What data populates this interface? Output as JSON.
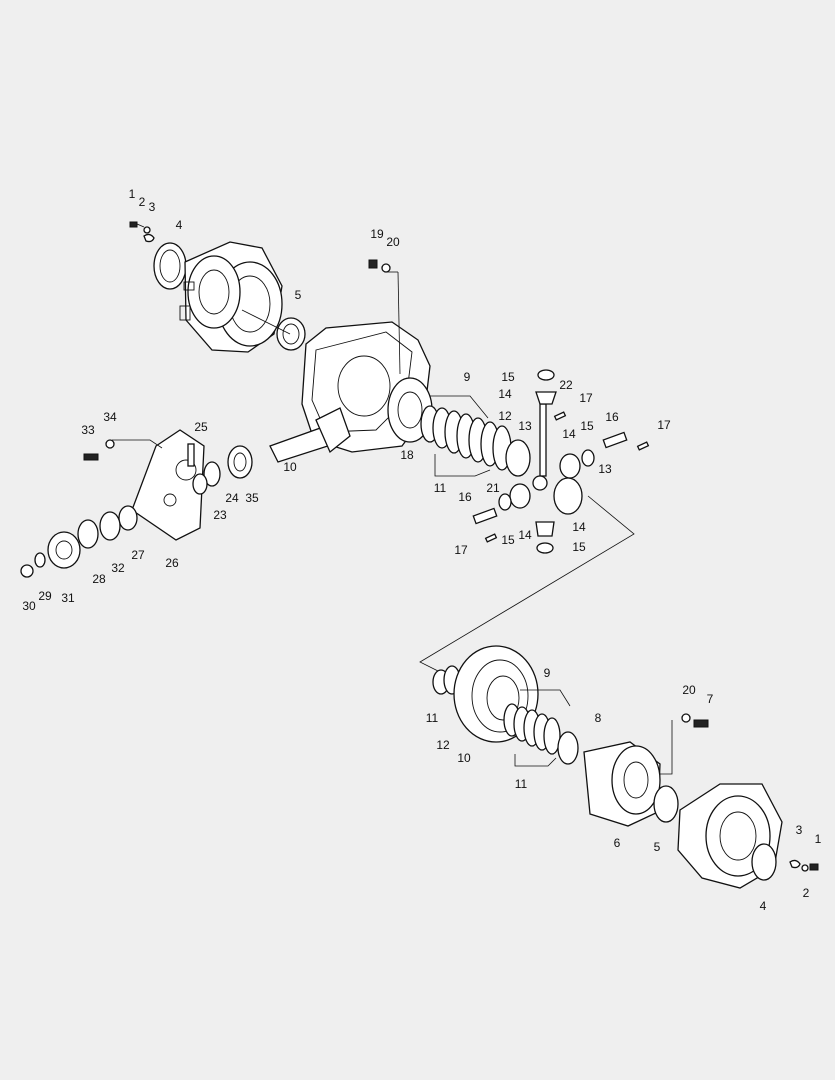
{
  "callouts": {
    "top": [
      "1",
      "2",
      "3",
      "4",
      "5",
      "19",
      "20",
      "9",
      "15",
      "14",
      "22",
      "17",
      "12",
      "13",
      "16",
      "17",
      "14",
      "15",
      "13",
      "10",
      "18",
      "11",
      "21",
      "16",
      "14",
      "15",
      "17",
      "14",
      "15",
      "33",
      "34",
      "25",
      "24",
      "35",
      "23",
      "27",
      "26",
      "32",
      "28",
      "31",
      "29",
      "30"
    ],
    "bottom": [
      "9",
      "8",
      "11",
      "12",
      "10",
      "11",
      "20",
      "7",
      "6",
      "5",
      "3",
      "1",
      "2",
      "4"
    ]
  }
}
